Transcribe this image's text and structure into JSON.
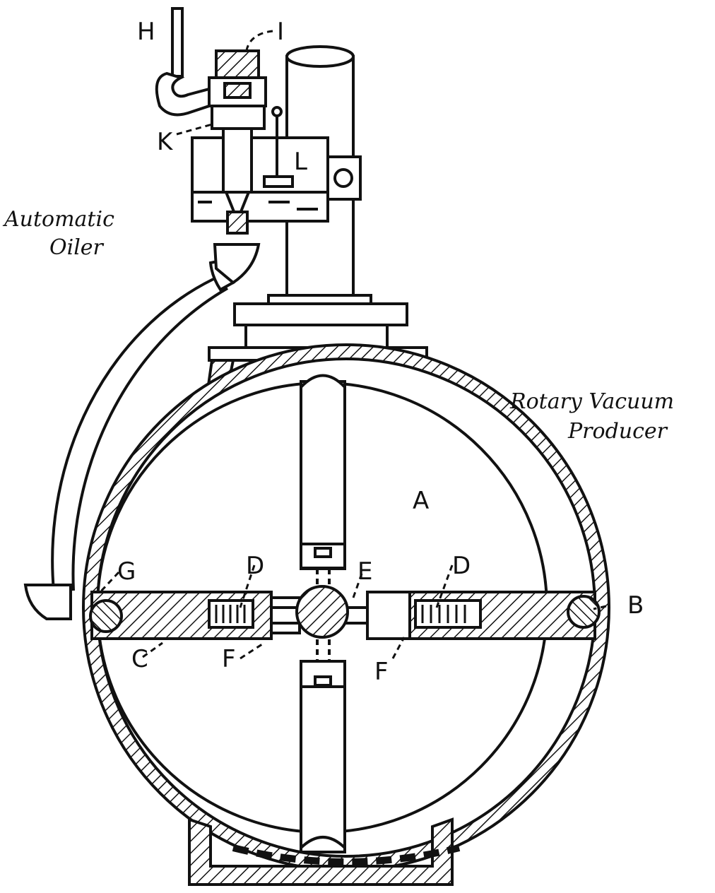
{
  "captions": {
    "oiler_line1": "Automatic",
    "oiler_line2": "Oiler",
    "producer_line1": "Rotary Vacuum",
    "producer_line2": "Producer"
  },
  "labels": {
    "A": "A",
    "B": "B",
    "C": "C",
    "D_left": "D",
    "D_right": "D",
    "E": "E",
    "F_left": "F",
    "F_right": "F",
    "G": "G",
    "H": "H",
    "I": "I",
    "K": "K",
    "L": "L"
  },
  "colors": {
    "ink": "#111111",
    "paper": "#ffffff"
  }
}
